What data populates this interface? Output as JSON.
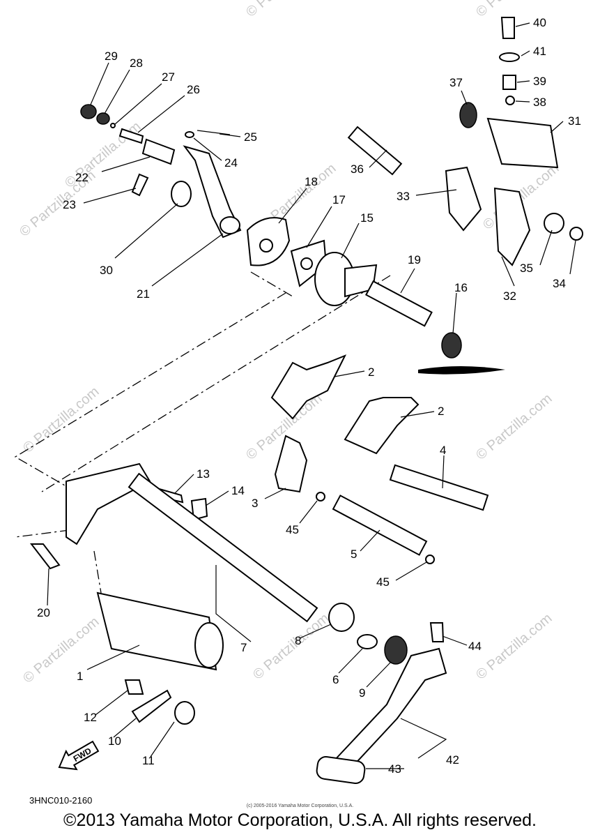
{
  "diagram_code": "3HNC010-2160",
  "small_copyright": "(c) 2005-2016 Yamaha Motor Corporation, U.S.A.",
  "copyright": "©2013 Yamaha Motor Corporation, U.S.A. All rights reserved.",
  "fwd_label": "FWD",
  "watermark": "© Partzilla.com",
  "callouts": [
    "40",
    "41",
    "39",
    "38",
    "37",
    "31",
    "29",
    "28",
    "27",
    "26",
    "25",
    "24",
    "22",
    "23",
    "36",
    "18",
    "17",
    "15",
    "33",
    "30",
    "21",
    "35",
    "34",
    "19",
    "16",
    "32",
    "2",
    "2",
    "4",
    "13",
    "14",
    "3",
    "45",
    "5",
    "45",
    "20",
    "7",
    "8",
    "44",
    "1",
    "6",
    "9",
    "12",
    "10",
    "11",
    "42",
    "43"
  ]
}
